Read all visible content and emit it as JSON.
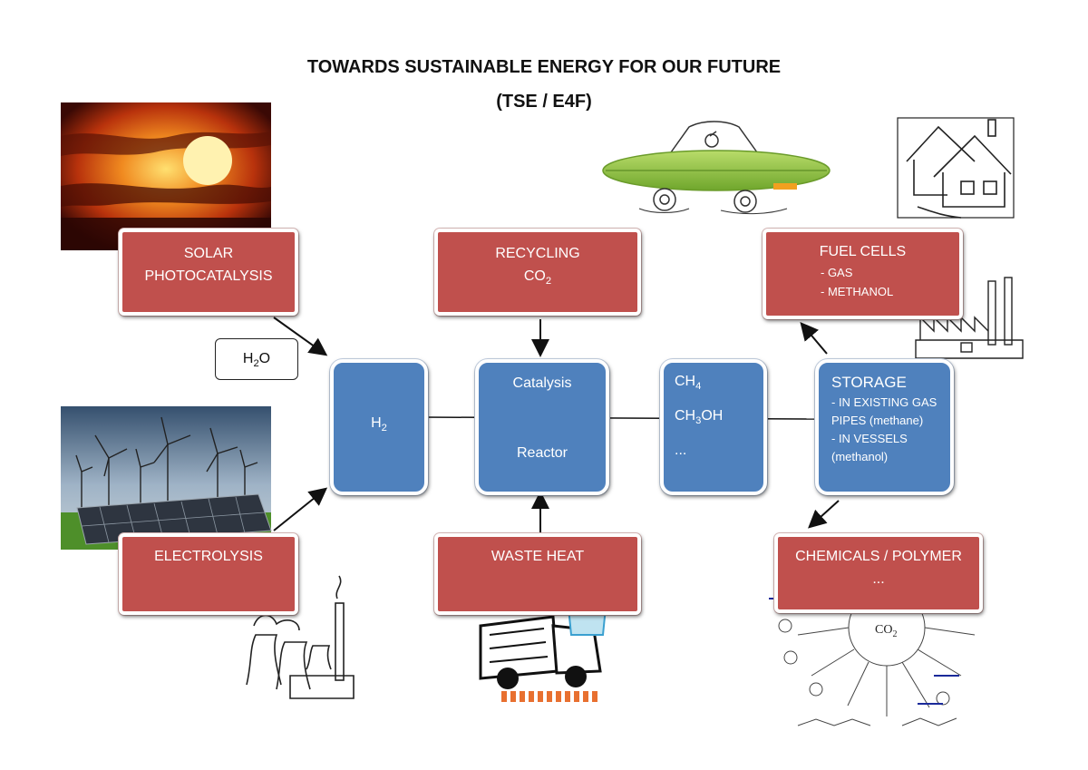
{
  "title": {
    "line1": "TOWARDS SUSTAINABLE ENERGY FOR OUR FUTURE",
    "line2": "(TSE / E4F)"
  },
  "boxes": {
    "solar": {
      "line1": "SOLAR",
      "line2": "PHOTOCATALYSIS"
    },
    "recycling": {
      "line1": "RECYCLING",
      "line2_main": "CO",
      "line2_sub": "2"
    },
    "fuel_cells": {
      "line1": "FUEL CELLS",
      "line2": "- GAS",
      "line3": "- METHANOL"
    },
    "electrolysis": {
      "line1": "ELECTROLYSIS"
    },
    "waste_heat": {
      "line1": "WASTE HEAT"
    },
    "chemicals": {
      "line1": "CHEMICALS / POLYMER",
      "line2": "..."
    },
    "h2o": {
      "main": "H",
      "sub": "2",
      "tail": "O"
    },
    "h2": {
      "main": "H",
      "sub": "2"
    },
    "catalysis": {
      "line1": "Catalysis",
      "line2": "Reactor"
    },
    "products": {
      "ch4_main": "CH",
      "ch4_sub": "4",
      "ch3oh_a": "CH",
      "ch3oh_sub": "3",
      "ch3oh_b": "OH",
      "more": "..."
    },
    "storage": {
      "heading": "STORAGE",
      "line1": "- IN EXISTING GAS",
      "line2": "PIPES (methane)",
      "line3": "- IN VESSELS",
      "line4": "(methanol)"
    }
  },
  "illustrations": {
    "co2_wheel_center_main": "CO",
    "co2_wheel_center_sub": "2",
    "icons": [
      "sunset-photo",
      "leaf-car-sketch",
      "houses-sketch",
      "factory-sketch",
      "wind-solar-photo",
      "power-plant-sketch",
      "garbage-truck-sketch",
      "co2-reaction-wheel"
    ]
  },
  "colors": {
    "red_box": "#c0504d",
    "blue_box": "#4f81bd"
  }
}
